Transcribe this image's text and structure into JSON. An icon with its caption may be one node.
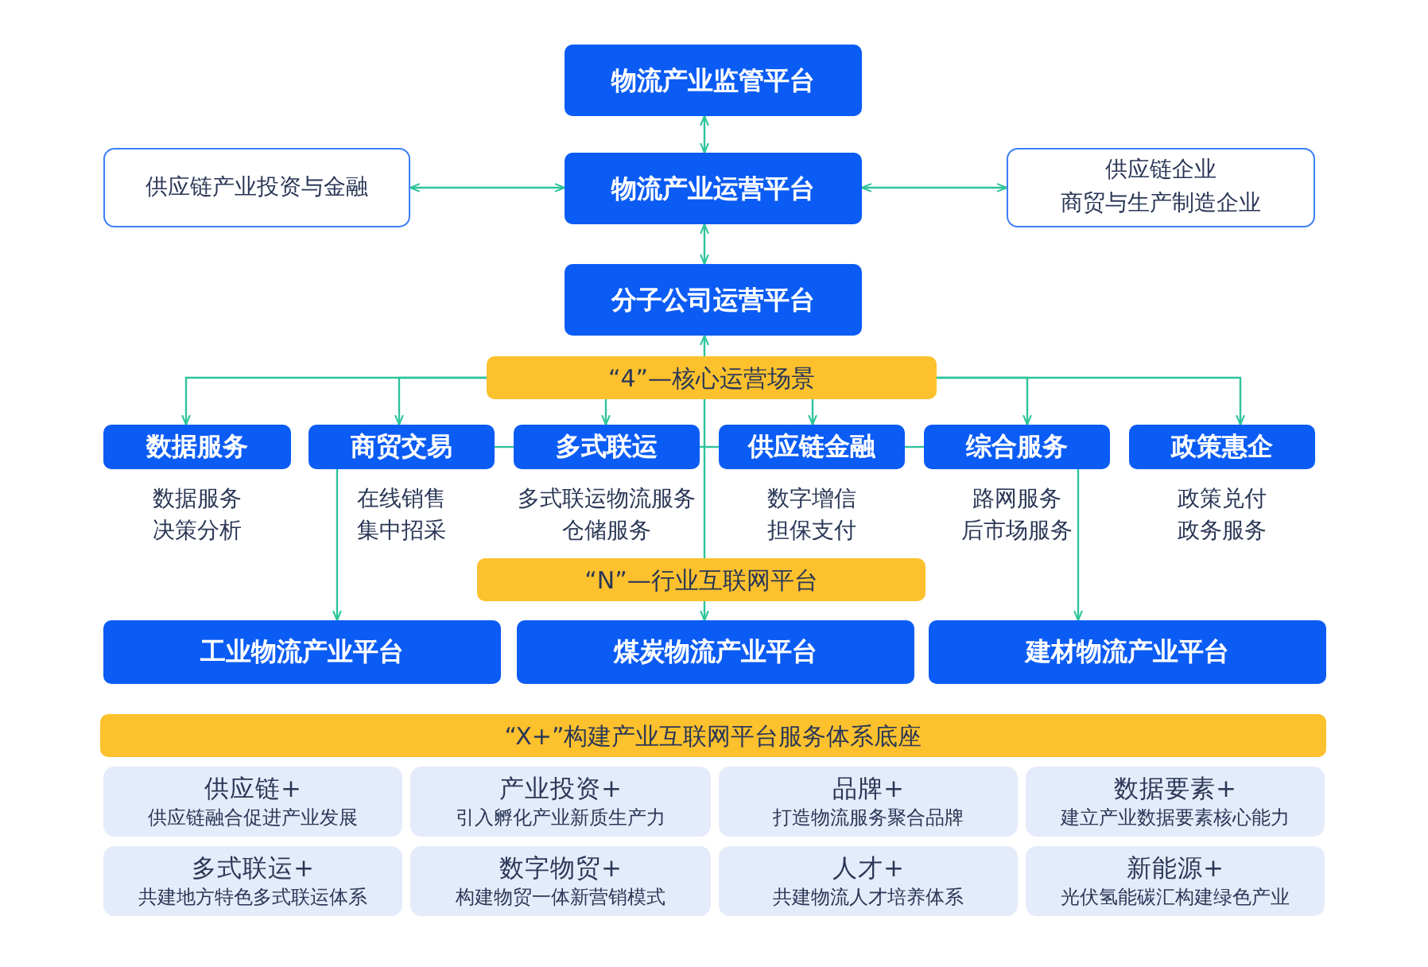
{
  "diagram": {
    "nodes": [
      {
        "text": [
          "物流产业监管平台"
        ]
      },
      {
        "text": [
          "供应链产业投资与金融"
        ]
      },
      {
        "text": [
          "物流产业运营平台"
        ]
      },
      {
        "text": [
          "供应链企业",
          "商贸与生产制造企业"
        ]
      },
      {
        "text": [
          "分子公司运营平台"
        ]
      },
      {
        "text": [
          "“4”—核心运营场景"
        ]
      },
      {
        "text": [
          "数据服务"
        ],
        "beside": [
          "数据服务",
          "决策分析"
        ]
      },
      {
        "text": [
          "商贸交易"
        ],
        "beside": [
          "在线销售",
          "集中招采"
        ]
      },
      {
        "text": [
          "多式联运"
        ],
        "beside": [
          "多式联运物流服务",
          "仓储服务"
        ]
      },
      {
        "text": [
          "供应链金融"
        ],
        "beside": [
          "数字增信",
          "担保支付"
        ]
      },
      {
        "text": [
          "综合服务"
        ],
        "beside": [
          "路网服务",
          "后市场服务"
        ]
      },
      {
        "text": [
          "政策惠企"
        ],
        "beside": [
          "政策兑付",
          "政务服务"
        ]
      },
      {
        "text": [
          "“N”—行业互联网平台"
        ]
      },
      {
        "text": [
          "工业物流产业平台"
        ]
      },
      {
        "text": [
          "煤炭物流产业平台"
        ]
      },
      {
        "text": [
          "建材物流产业平台"
        ]
      },
      {
        "text": [
          "“X+”构建产业互联网平台服务体系底座"
        ]
      },
      {
        "text": [
          "供应链+",
          "供应链融合促进产业发展"
        ]
      },
      {
        "text": [
          "产业投资+",
          "引入孵化产业新质生产力"
        ]
      },
      {
        "text": [
          "品牌+",
          "打造物流服务聚合品牌"
        ]
      },
      {
        "text": [
          "数据要素+",
          "建立产业数据要素核心能力"
        ]
      },
      {
        "text": [
          "多式联运+",
          "共建地方特色多式联运体系"
        ]
      },
      {
        "text": [
          "数字物贸+",
          "构建物贸一体新营销模式"
        ]
      },
      {
        "text": [
          "人才+",
          "共建物流人才培养体系"
        ]
      },
      {
        "text": [
          "新能源+",
          "光伏氢能碳汇构建绿色产业"
        ]
      }
    ],
    "edges": [
      {
        "from": 0,
        "to": 2,
        "arrow": "both"
      },
      {
        "from": 2,
        "to": 1,
        "arrow": "both"
      },
      {
        "from": 2,
        "to": 3,
        "arrow": "both"
      },
      {
        "from": 2,
        "to": 4,
        "arrow": "both"
      },
      {
        "from": 5,
        "to": 4,
        "arrow": "to"
      },
      {
        "from": 5,
        "to": 6,
        "arrow": "to"
      },
      {
        "from": 5,
        "to": 7,
        "arrow": "to"
      },
      {
        "from": 5,
        "to": 8,
        "arrow": "to"
      },
      {
        "from": 5,
        "to": 9,
        "arrow": "to"
      },
      {
        "from": 5,
        "to": 10,
        "arrow": "to"
      },
      {
        "from": 5,
        "to": 11,
        "arrow": "to"
      },
      {
        "from": 7,
        "to": 8,
        "arrow": "none"
      },
      {
        "from": 8,
        "to": 9,
        "arrow": "none"
      },
      {
        "from": 9,
        "to": 10,
        "arrow": "none"
      },
      {
        "from": 5,
        "to": 12,
        "arrow": "none"
      },
      {
        "from": 12,
        "to": 14,
        "arrow": "to"
      },
      {
        "from": 7,
        "to": 13,
        "arrow": "to"
      },
      {
        "from": 10,
        "to": 15,
        "arrow": "to"
      }
    ]
  }
}
